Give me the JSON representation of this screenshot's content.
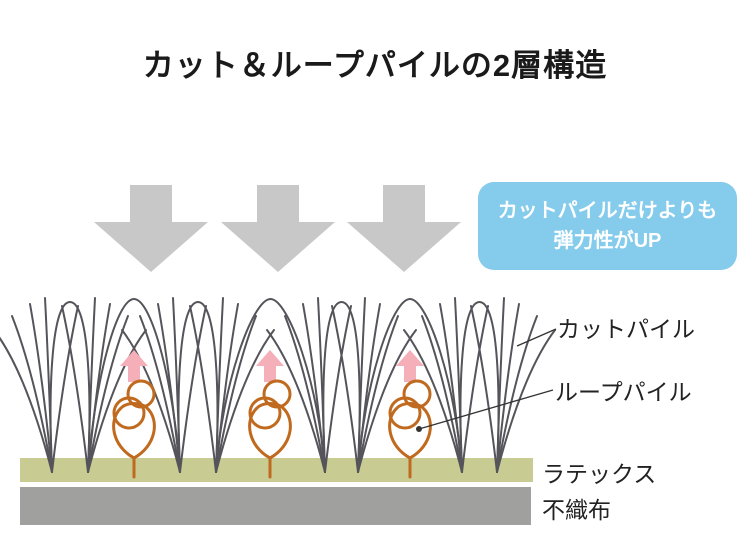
{
  "diagram": {
    "title": "カット＆ループパイルの2層構造",
    "callout": {
      "line1": "カットパイルだけよりも",
      "line2": "弾力性がUP"
    },
    "labels": {
      "cut_pile": "カットパイル",
      "loop_pile": "ループパイル",
      "latex": "ラテックス",
      "nonwoven": "不織布"
    },
    "press_arrow_count": 3,
    "loop_pile_count": 3,
    "bounce_arrow_count": 3
  },
  "colors": {
    "background": "#ffffff",
    "title_text": "#1a1a1a",
    "callout_bg": "#85cbec",
    "callout_text": "#ffffff",
    "press_arrow": "#c8c8c8",
    "fiber_stroke": "#55545a",
    "loop_pile_stroke": "#bf6a1e",
    "bounce_arrow": "#f4afb8",
    "latex_layer": "#c8cb92",
    "nonwoven_layer": "#a0a09e",
    "pointer_line": "#333333",
    "label_text": "#222222"
  }
}
